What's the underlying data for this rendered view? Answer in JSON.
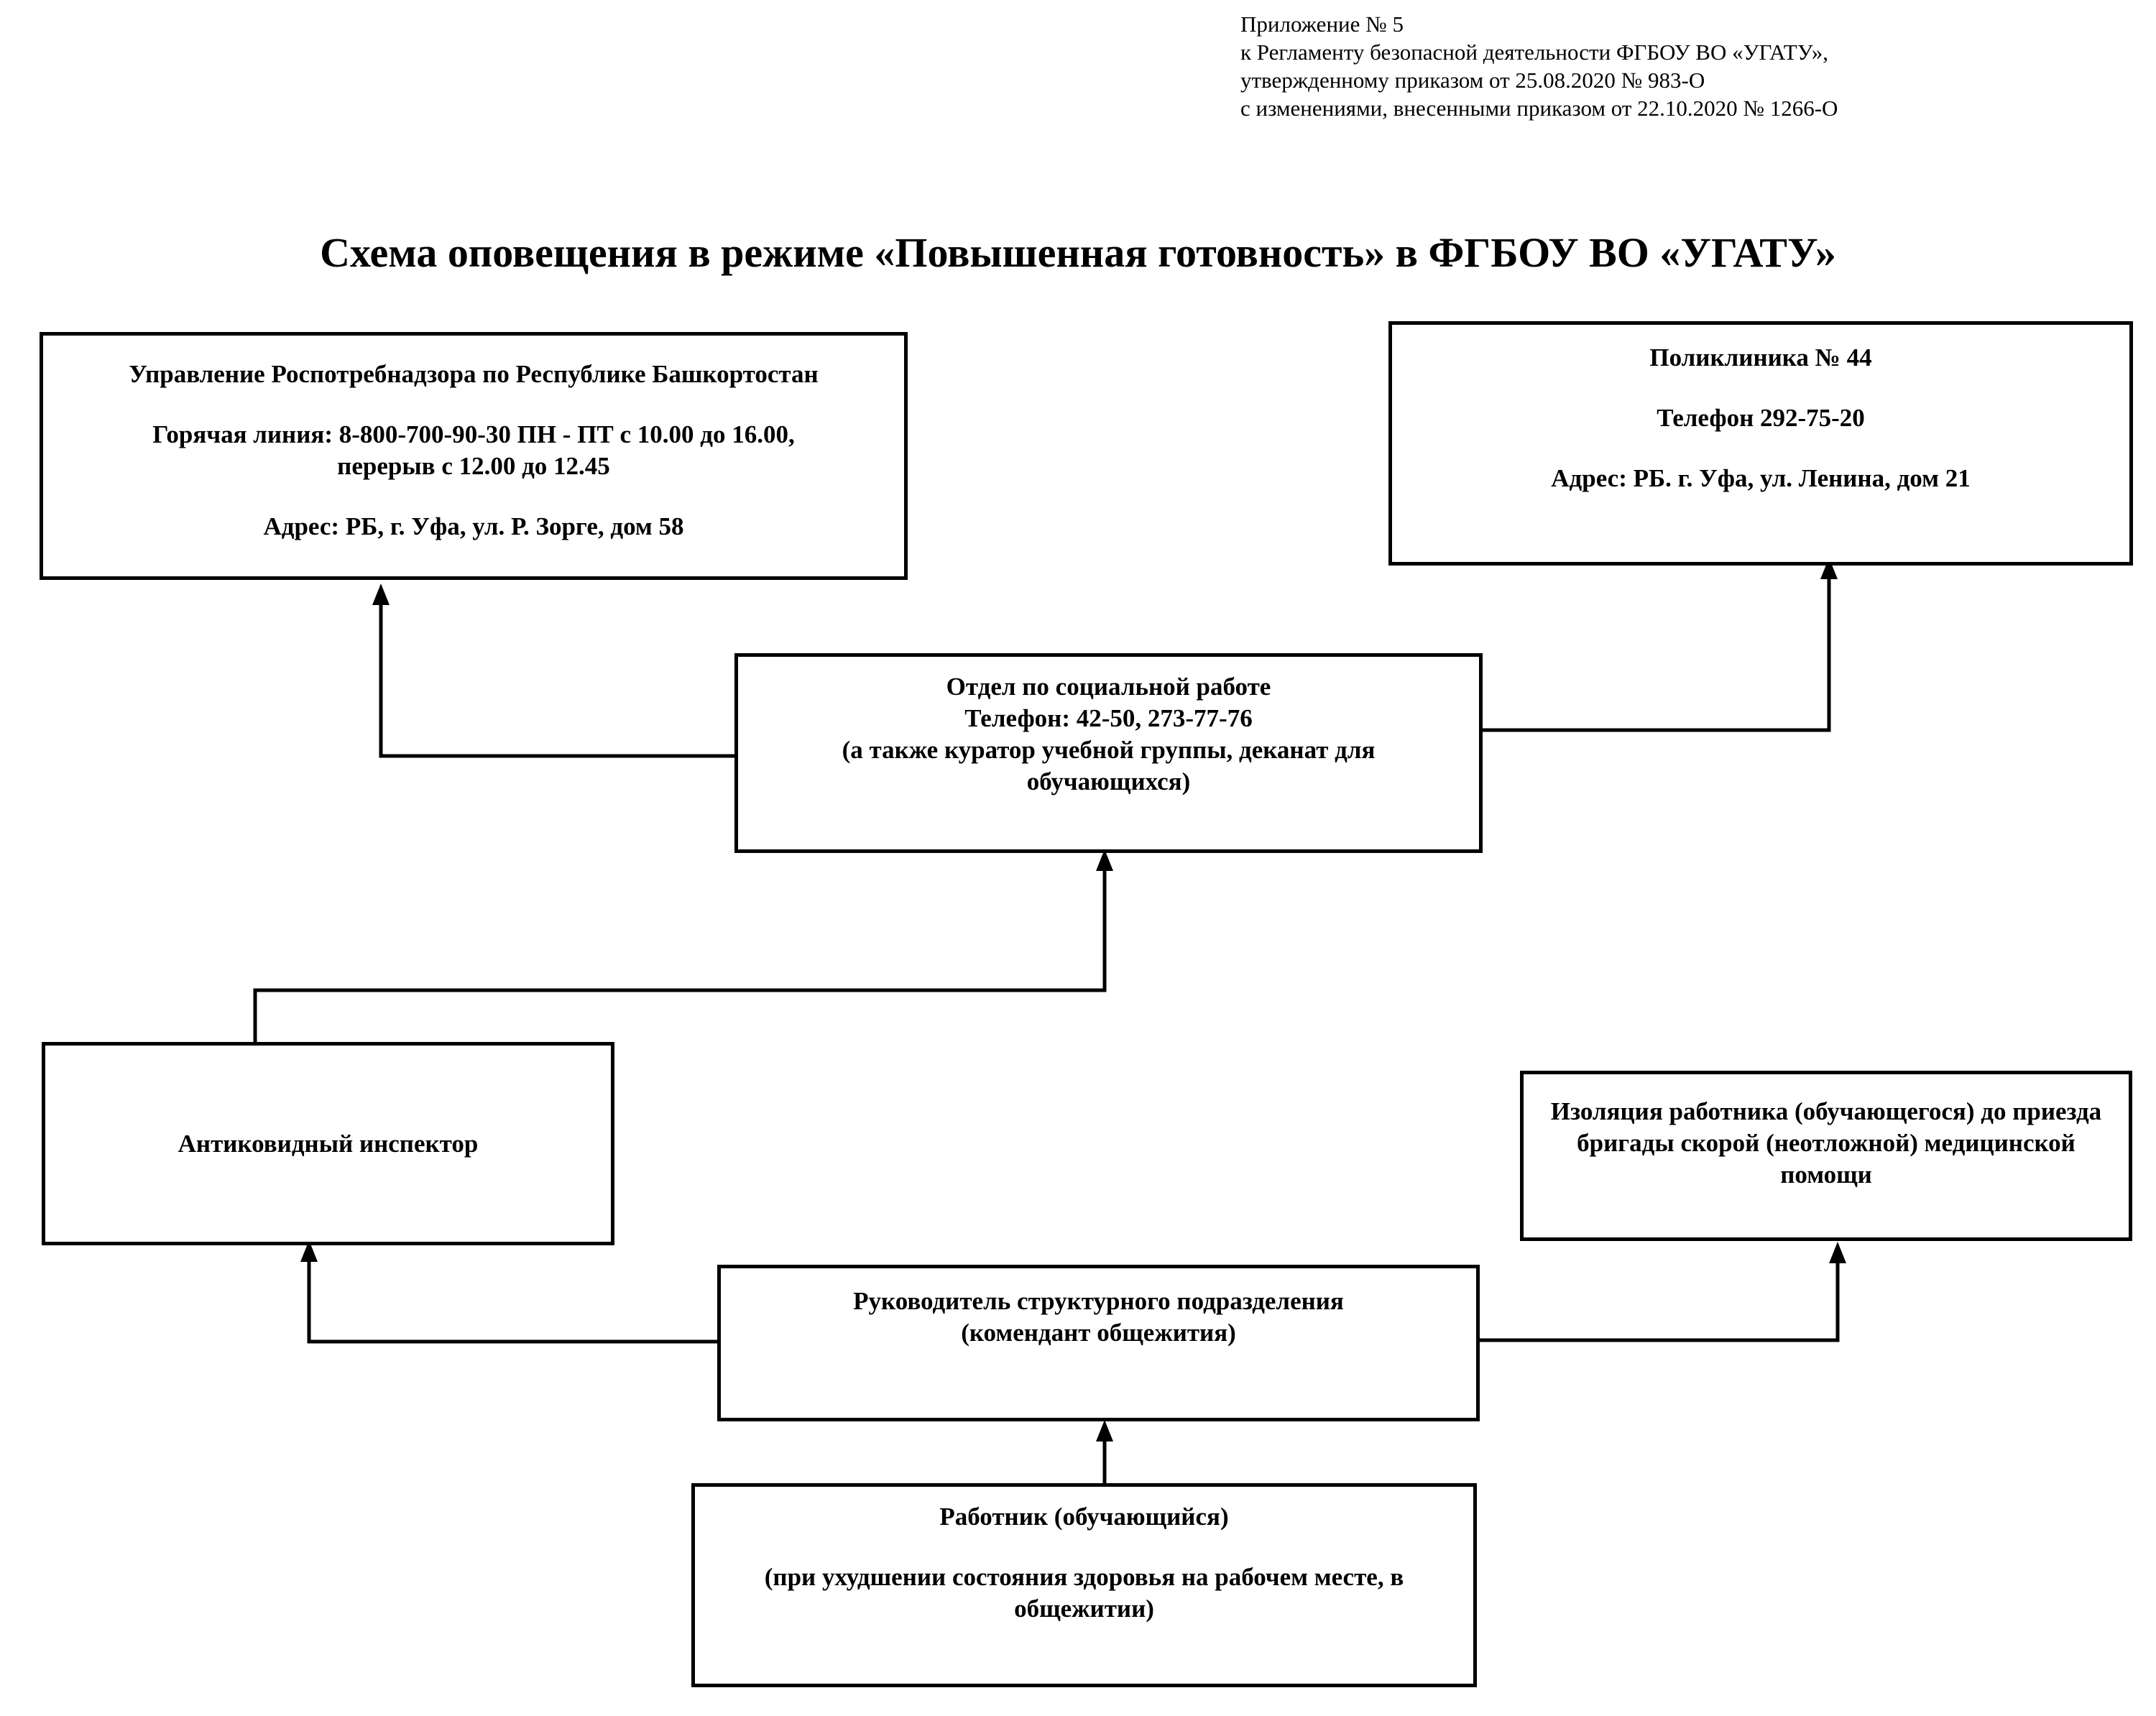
{
  "header": {
    "lines": [
      "Приложение № 5",
      "к Регламенту безопасной деятельности ФГБОУ ВО «УГАТУ»,",
      "утвержденному приказом от 25.08.2020 № 983-О",
      "с изменениями, внесенными приказом от 22.10.2020 № 1266-О"
    ]
  },
  "title": "Схема оповещения в режиме «Повышенная готовность» в ФГБОУ ВО «УГАТУ»",
  "boxes": {
    "rospotrebnadzor": {
      "name": "Управление Роспотребнадзора по Республике Башкортостан",
      "hotline": "Горячая линия: 8-800-700-90-30 ПН - ПТ с 10.00 до 16.00,",
      "break": "перерыв с 12.00 до 12.45",
      "address": "Адрес: РБ, г. Уфа, ул. Р. Зорге, дом 58"
    },
    "polyclinic": {
      "name": "Поликлиника № 44",
      "phone": "Телефон 292-75-20",
      "address": "Адрес: РБ. г. Уфа, ул. Ленина, дом 21"
    },
    "social_dept": {
      "name": "Отдел по социальной работе",
      "phone": "Телефон: 42-50, 273-77-76",
      "note": "(а также куратор учебной группы, деканат для обучающихся)"
    },
    "inspector": {
      "name": "Антиковидный инспектор"
    },
    "isolation": {
      "text": "Изоляция работника (обучающегося) до приезда бригады скорой (неотложной) медицинской помощи"
    },
    "head": {
      "name": "Руководитель структурного подразделения",
      "note": "(комендант общежития)"
    },
    "worker": {
      "name": "Работник (обучающийся)",
      "note": "(при ухудшении состояния здоровья на рабочем месте, в общежитии)"
    }
  }
}
